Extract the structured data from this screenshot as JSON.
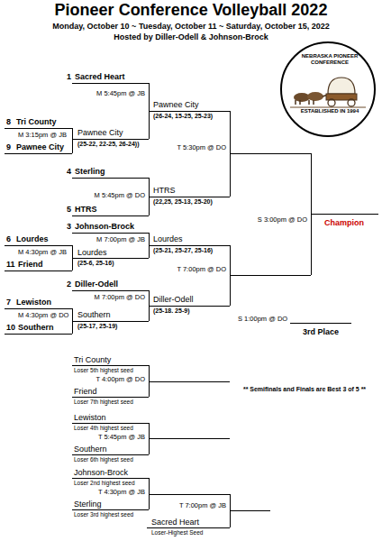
{
  "diagram": {
    "title": "Pioneer Conference Volleyball 2022",
    "nodes": [
      {
        "text": [
          "NEBRASKA PIONEER CONFERENCE",
          "ESTABLISHED IN 1994"
        ]
      }
    ],
    "labels": [
      "Monday, October 10 ~ Tuesday, October 11 ~ Saturday, October 15, 2022",
      "Hosted by Diller-Odell & Johnson-Brock",
      "1",
      "Sacred Heart",
      "M 5:45pm @ JB",
      "Pawnee City",
      "(26-24, 15-25, 25-23)",
      "8",
      "Tri County",
      "M 3:15pm @ JB",
      "Pawnee City",
      "(25-22, 22-25, 26-24))",
      "9",
      "Pawnee City",
      "T 5:30pm @ DO",
      "4",
      "Sterling",
      "M 5:45pm @ DO",
      "HTRS",
      "(22,25, 25-13, 25-20)",
      "5",
      "HTRS",
      "S 3:00pm @ DO",
      "Champion",
      "3",
      "Johnson-Brock",
      "Lourdes",
      "(25-21, 25-27, 25-16)",
      "M 7:00pm @ JB",
      "6",
      "Lourdes",
      "M 4:30pm @ JB",
      "Lourdes",
      "(25-6, 25-16)",
      "11",
      "Friend",
      "T 7:00pm @ DO",
      "2",
      "Diller-Odell",
      "M 7:00pm @ DO",
      "Diller-Odell",
      "(25-18. 25-9)",
      "7",
      "Lewiston",
      "M 4:30pm @ DO",
      "Southern",
      "(25-17, 25-19)",
      "10",
      "Southern",
      "S 1:00pm @ DO",
      "3rd Place",
      "Tri County",
      "Loser 5th highest seed",
      "T 4:00pm @ DO",
      "Friend",
      "Loser 7th highest seed",
      "** Semifinals and Finals are Best 3 of 5 **",
      "Lewiston",
      "Loser 4th highest seed",
      "T 5:45pm @ JB",
      "Southern",
      "Loser 6th highest seed",
      "Johnson-Brock",
      "Loser 2nd highest seed",
      "T 4:30pm @ JB",
      "Sterling",
      "Loser 3rd highest seed",
      "T 7:00pm @ JB",
      "Sacred Heart",
      "Loser-Highest Seed"
    ]
  }
}
